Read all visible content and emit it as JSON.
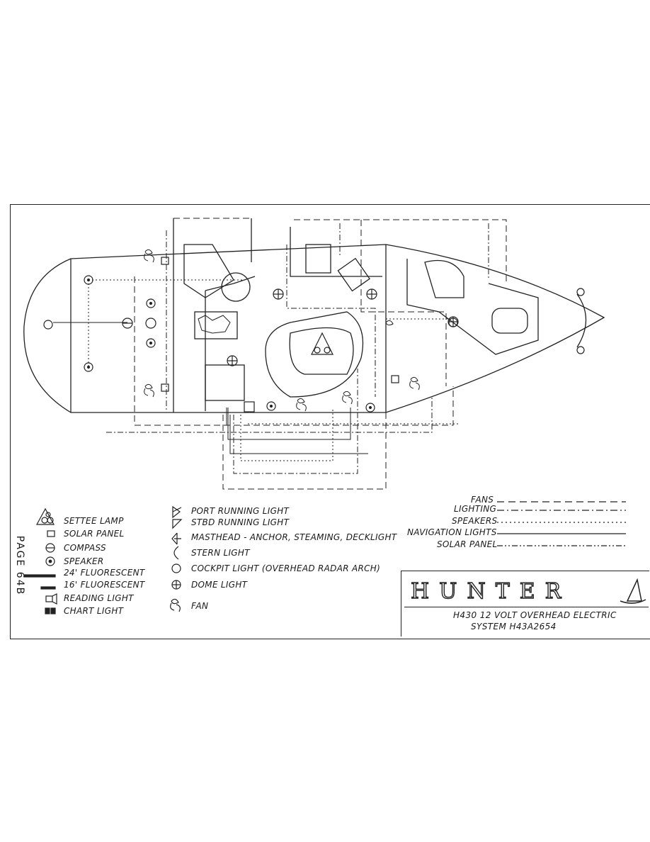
{
  "page": {
    "label": "PAGE 64B"
  },
  "legend_left": [
    {
      "icon": "settee-lamp-icon",
      "label": "SETTEE LAMP"
    },
    {
      "icon": "solar-panel-icon",
      "label": "SOLAR PANEL"
    },
    {
      "icon": "compass-icon",
      "label": "COMPASS"
    },
    {
      "icon": "speaker-icon",
      "label": "SPEAKER"
    },
    {
      "icon": "fluorescent-24-icon",
      "label": "24' FLUORESCENT"
    },
    {
      "icon": "fluorescent-16-icon",
      "label": "16' FLUORESCENT"
    },
    {
      "icon": "reading-light-icon",
      "label": "READING LIGHT"
    },
    {
      "icon": "chart-light-icon",
      "label": "CHART LIGHT"
    }
  ],
  "legend_right": [
    {
      "icon": "port-running-light-icon",
      "label": "PORT RUNNING LIGHT"
    },
    {
      "icon": "stbd-running-light-icon",
      "label": "STBD RUNNING LIGHT"
    },
    {
      "icon": "masthead-light-icon",
      "label": "MASTHEAD - ANCHOR, STEAMING, DECKLIGHT"
    },
    {
      "icon": "stern-light-icon",
      "label": "STERN LIGHT"
    },
    {
      "icon": "cockpit-light-icon",
      "label": "COCKPIT LIGHT (OVERHEAD RADAR ARCH)"
    },
    {
      "icon": "dome-light-icon",
      "label": "DOME LIGHT"
    },
    {
      "icon": "fan-icon",
      "label": "FAN"
    }
  ],
  "line_key": [
    {
      "label": "FANS",
      "style": "long-dash"
    },
    {
      "label": "LIGHTING",
      "style": "dash-dot"
    },
    {
      "label": "SPEAKERS",
      "style": "dotted"
    },
    {
      "label": "NAVIGATION LIGHTS",
      "style": "solid"
    },
    {
      "label": "SOLAR PANEL",
      "style": "dash-dot-dot"
    }
  ],
  "title_block": {
    "brand": "HUNTER",
    "line1": "H430 12 VOLT OVERHEAD ELECTRIC",
    "line2": "SYSTEM H43A2654"
  }
}
